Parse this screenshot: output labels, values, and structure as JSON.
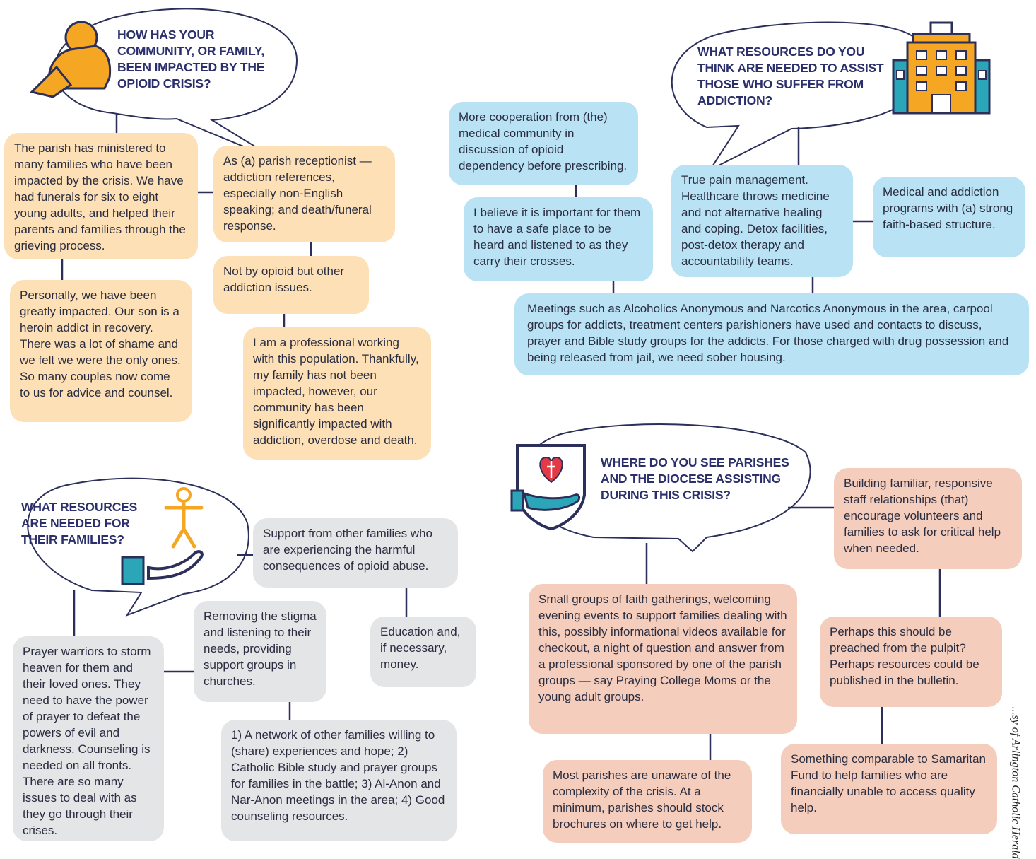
{
  "questions": {
    "q1": "HOW HAS YOUR COMMUNITY, OR FAMILY, BEEN IMPACTED BY THE OPIOID CRISIS?",
    "q2": "WHAT RESOURCES DO YOU THINK ARE NEEDED TO ASSIST THOSE WHO SUFFER FROM ADDICTION?",
    "q3": "WHAT RESOURCES ARE NEEDED FOR THEIR FAMILIES?",
    "q4": "WHERE DO YOU SEE PARISHES AND THE DIOCESE ASSISTING DURING THIS CRISIS?"
  },
  "answers": {
    "a1": "The parish has ministered to many families who have been impacted by the crisis. We have had funerals for six to eight young adults, and helped their parents and families through the grieving process.",
    "a2": "As (a) parish receptionist — addiction references, especially non-English speaking; and death/funeral response.",
    "a3": "Personally, we have been greatly impacted. Our son is a heroin addict in recovery. There was a lot of shame and we felt we were the only ones. So many couples now come to us for advice and counsel.",
    "a4": "Not by opioid but other addiction issues.",
    "a5": "I am a professional working with this population. Thankfully, my family has not been impacted, however, our community has been significantly impacted with addiction, overdose and death.",
    "b1": "More cooperation from (the) medical community in discussion of opioid dependency before prescribing.",
    "b2": "I believe it is important for them to have a safe place to be heard and listened to as they carry their crosses.",
    "b3": "True pain management. Healthcare throws medicine and not alternative healing and coping. Detox facilities, post-detox therapy and accountability teams.",
    "b4": "Medical and addiction programs with (a) strong faith-based structure.",
    "b5": "Meetings such as Alcoholics Anonymous and Narcotics Anonymous in the area, carpool groups for addicts, treatment centers parishioners have used and contacts to discuss, prayer and Bible study groups for the addicts. For those charged with drug possession and being released from jail, we need sober housing.",
    "c1": "Support from other families who are experiencing the harmful consequences of opioid abuse.",
    "c2": "Removing the stigma and listening to their needs, providing support groups in churches.",
    "c3": "Education and, if necessary, money.",
    "c4": "Prayer warriors to storm heaven for them and their loved ones. They need to have the power of prayer to defeat the powers of evil and darkness. Counseling is needed on all fronts. There are so many issues to deal with as they go through their crises.",
    "c5": "1) A network of other families willing to (share) experiences and hope; 2) Catholic Bible study and prayer groups for families in the battle; 3) Al-Anon and Nar-Anon meetings in the area; 4) Good counseling resources.",
    "d1": "Building familiar, responsive staff relationships (that) encourage volunteers and families to ask for critical help when needed.",
    "d2": "Small groups of faith gatherings, welcoming evening events to support families dealing with this, possibly informational videos available for checkout, a night of question and answer from a professional sponsored by one of the parish groups — say Praying College Moms or the young adult groups.",
    "d3": "Perhaps this should be preached from the pulpit? Perhaps resources could be published in the bulletin.",
    "d4": "Most parishes are unaware of the complexity of the crisis. At a minimum, parishes should stock brochures on where to get help.",
    "d5": "Something comparable to Samaritan Fund to help families who are financially unable to access quality help."
  },
  "credit": "...sy of Arlington Catholic Herald",
  "colors": {
    "orange": "#fde0b6",
    "blue": "#b9e3f5",
    "gray": "#e4e5e7",
    "pink": "#f5cdbd",
    "navy": "#2b2f5a",
    "icon_orange": "#f5a623",
    "icon_teal": "#2aa6b8"
  },
  "icons": [
    "grieving-person-icon",
    "hospital-building-icon",
    "person-in-hand-icon",
    "heart-shield-hand-icon"
  ]
}
